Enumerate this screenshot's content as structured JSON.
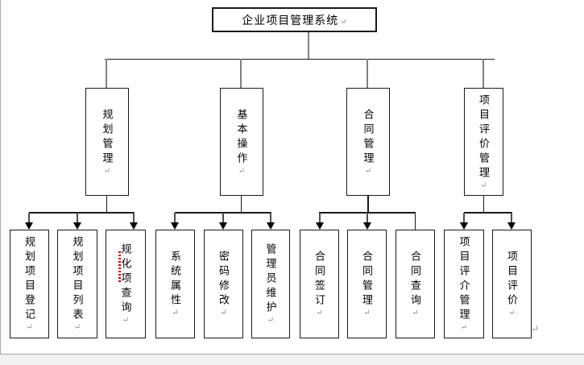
{
  "marks": {
    "line_break": "↵",
    "paragraph_end": "↵"
  },
  "colors": {
    "box_border": "#1a1a1a",
    "connector_gray": "#808080",
    "connector_black": "#1a1a1a",
    "arrow": "#000000",
    "spellcheck_underline": "#c40000",
    "break_mark": "#949494",
    "page_background": "#ffffff"
  },
  "diagram": {
    "root": {
      "label": "企业项目管理系统"
    },
    "branches": [
      {
        "label": "规划管理",
        "children": [
          {
            "label": "规划项目登记"
          },
          {
            "label": "规划项目列表"
          },
          {
            "label": "规化项查询",
            "err": "规化",
            "rest": "项查询"
          }
        ]
      },
      {
        "label": "基本操作",
        "children": [
          {
            "label": "系统属性"
          },
          {
            "label": "密码修改"
          },
          {
            "label": "管理员维护"
          }
        ]
      },
      {
        "label": "合同管理",
        "children": [
          {
            "label": "合同签订"
          },
          {
            "label": "合同管理"
          },
          {
            "label": "合同查询"
          }
        ]
      },
      {
        "label": "项目评价管理",
        "children": [
          {
            "label": "项目评介管理"
          },
          {
            "label": "项目评价"
          }
        ]
      }
    ]
  }
}
